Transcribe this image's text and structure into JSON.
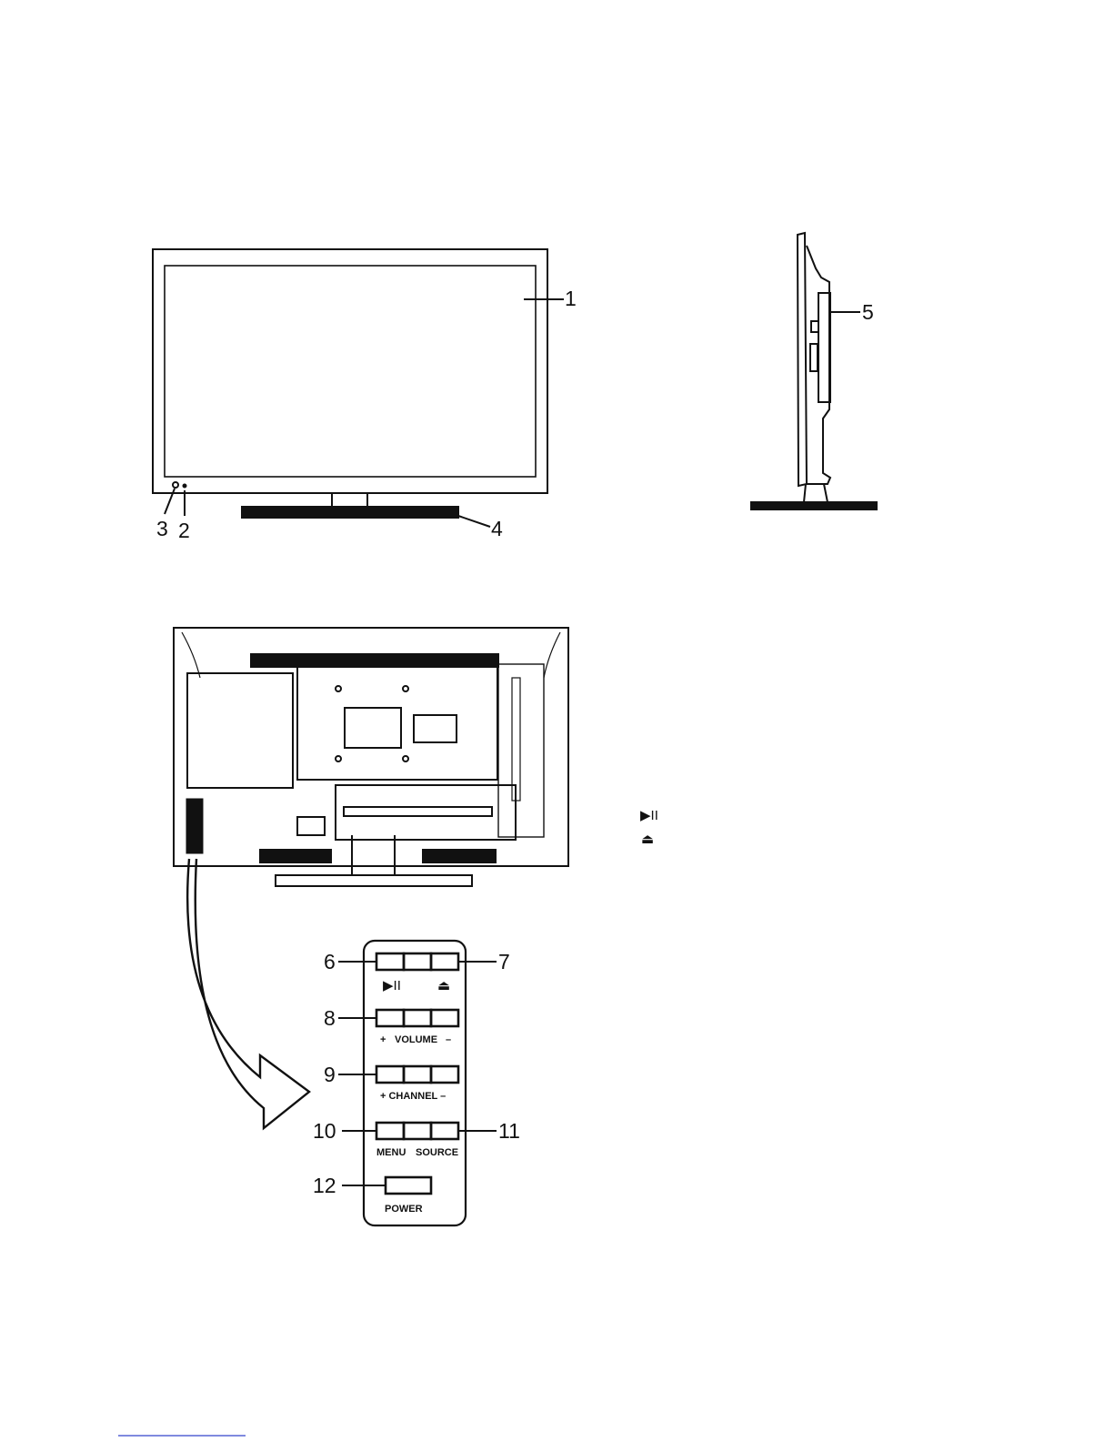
{
  "callouts": {
    "c1": "1",
    "c2": "2",
    "c3": "3",
    "c4": "4",
    "c5": "5",
    "c6": "6",
    "c7": "7",
    "c8": "8",
    "c9": "9",
    "c10": "10",
    "c11": "11",
    "c12": "12"
  },
  "control_panel": {
    "volume_plus": "+",
    "volume_label": "VOLUME",
    "volume_minus": "–",
    "channel_label": "+ CHANNEL –",
    "menu_label": "MENU",
    "source_label": "SOURCE",
    "power_label": "POWER",
    "play_pause_symbol": "▶II",
    "eject_symbol": "⏏"
  },
  "side_legend": {
    "play_pause_symbol": "▶II",
    "eject_symbol": "⏏"
  }
}
